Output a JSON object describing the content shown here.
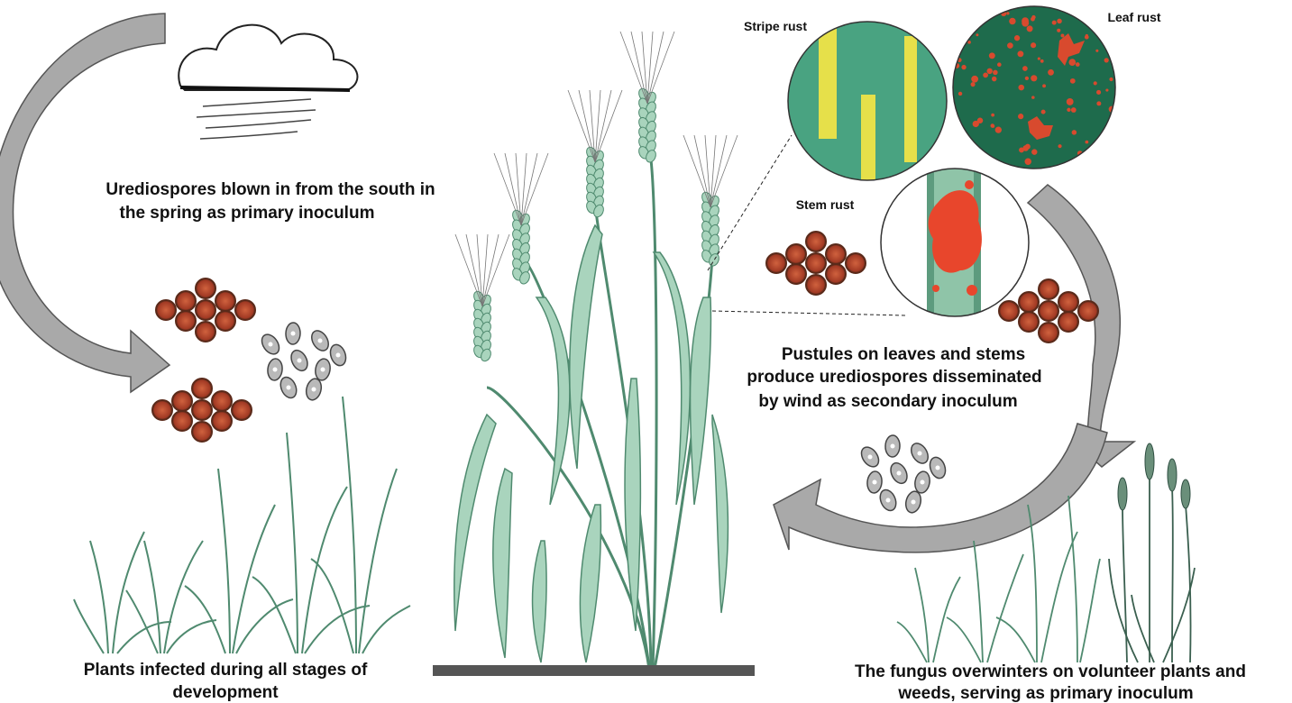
{
  "captions": {
    "blown_in_line1": "Urediospores blown in from the south in",
    "blown_in_line2": "the spring as primary inoculum",
    "pustules_line1": "Pustules on leaves and stems",
    "pustules_line2": "produce urediospores disseminated",
    "pustules_line3": "by wind as secondary inoculum",
    "infected_line1": "Plants infected during all stages of",
    "infected_line2": "development",
    "overwinter_line1": "The fungus overwinters on volunteer plants and",
    "overwinter_line2": "weeds, serving as primary inoculum"
  },
  "insets": {
    "stripe": "Stripe rust",
    "leaf": "Leaf rust",
    "stem": "Stem rust"
  },
  "colors": {
    "arrow_fill": "#a9a9a9",
    "arrow_stroke": "#555555",
    "spore_rust": "#b0452c",
    "spore_ring": "#5a2a1a",
    "leaf_green": "#8fc4a8",
    "leaf_dark": "#4f8a6f",
    "stripe_bg": "#3f9b78",
    "stripe_yellow": "#e6e04a",
    "leafrust_bg": "#1e6b4c",
    "pustule_red": "#d84a2e",
    "ground": "#555555"
  }
}
